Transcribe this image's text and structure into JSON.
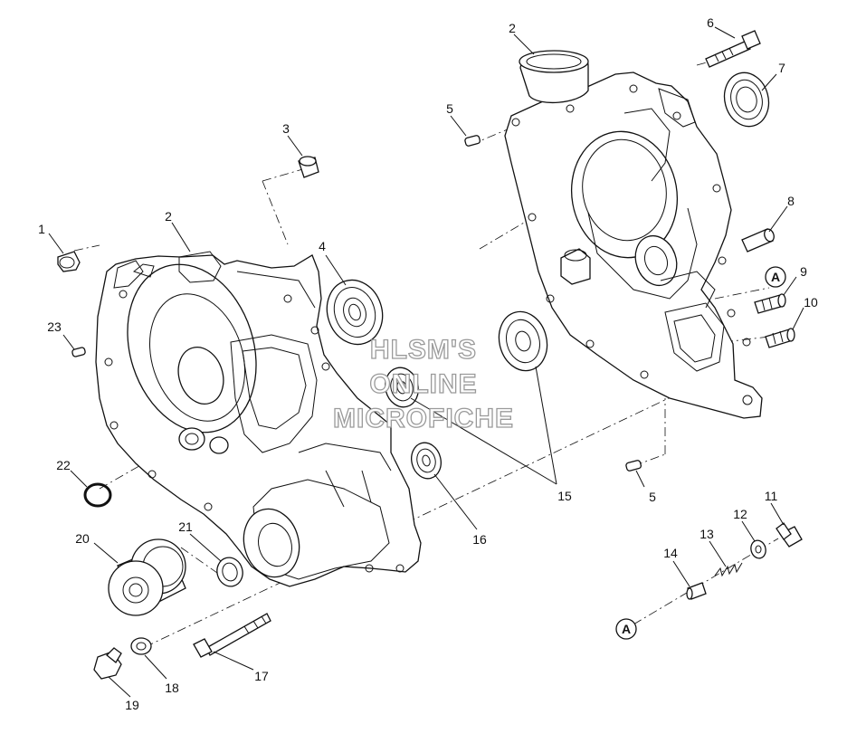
{
  "callouts": {
    "c1": "1",
    "c2_left": "2",
    "c2_right": "2",
    "c3": "3",
    "c4": "4",
    "c5_top": "5",
    "c5_bottom": "5",
    "c6": "6",
    "c7": "7",
    "c8": "8",
    "c9": "9",
    "c10": "10",
    "c11": "11",
    "c12": "12",
    "c13": "13",
    "c14": "14",
    "c15": "15",
    "c16": "16",
    "c17": "17",
    "c18": "18",
    "c19": "19",
    "c20": "20",
    "c21": "21",
    "c22": "22",
    "c23": "23"
  },
  "reference_marks": {
    "upper": "A",
    "lower": "A"
  },
  "watermark": {
    "line1": "HLSM'S",
    "line2": "ONLINE",
    "line3": "MICROFICHE"
  }
}
